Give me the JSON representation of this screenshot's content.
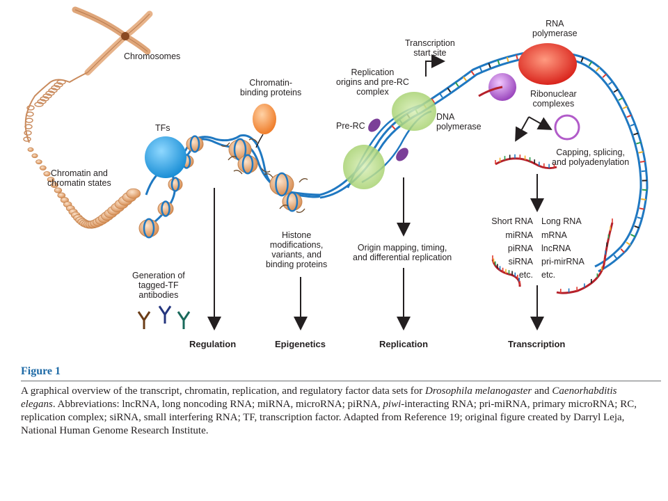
{
  "labels": {
    "chromosomes": "Chromosomes",
    "chromatin_states": [
      "Chromatin and",
      "chromatin states"
    ],
    "tfs": "TFs",
    "chromatin_binding": [
      "Chromatin-",
      "binding proteins"
    ],
    "generation": [
      "Generation of",
      "tagged-TF",
      "antibodies"
    ],
    "histone": [
      "Histone",
      "modifications,",
      "variants, and",
      "binding proteins"
    ],
    "replication_origins": [
      "Replication",
      "origins and pre-RC",
      "complex"
    ],
    "pre_rc": "Pre-RC",
    "dna_polymerase": [
      "DNA",
      "polymerase"
    ],
    "transcription_start": [
      "Transcription",
      "start site"
    ],
    "rna_polymerase": [
      "RNA",
      "polymerase"
    ],
    "ribonuclear": [
      "Ribonuclear",
      "complexes"
    ],
    "capping": [
      "Capping, splicing,",
      "and polyadenylation"
    ],
    "origin_mapping": [
      "Origin mapping, timing,",
      "and differential replication"
    ],
    "short_rna_header": "Short RNA",
    "long_rna_header": "Long RNA",
    "short_rna_items": [
      "miRNA",
      "piRNA",
      "siRNA",
      "etc."
    ],
    "long_rna_items": [
      "mRNA",
      "lncRNA",
      "pri-mirRNA",
      "etc."
    ]
  },
  "categories": {
    "regulation": "Regulation",
    "epigenetics": "Epigenetics",
    "replication": "Replication",
    "transcription": "Transcription"
  },
  "figure": {
    "title": "Figure 1",
    "caption_parts": [
      {
        "t": "A graphical overview of the transcript, chromatin, replication, and regulatory factor data sets for ",
        "i": false
      },
      {
        "t": "Drosophila melanogaster",
        "i": true
      },
      {
        "t": " and ",
        "i": false
      },
      {
        "t": "Caenorhabditis elegans",
        "i": true
      },
      {
        "t": ". Abbreviations: lncRNA, long noncoding RNA; miRNA, microRNA; piRNA, ",
        "i": false
      },
      {
        "t": "piwi",
        "i": true
      },
      {
        "t": "-interacting RNA; pri-miRNA, primary microRNA; RC, replication complex; siRNA, small interfering RNA; TF, transcription factor. Adapted from Reference 19; original figure created by Darryl Leja, National Human Genome Research Institute.",
        "i": false
      }
    ]
  },
  "colors": {
    "chromosome": "#e8b07c",
    "chromatin": "#e0a26c",
    "dna_blue": "#1f78c1",
    "tf_blue": "#2aa6e8",
    "binding_orange": "#f28c3c",
    "prerc_purple": "#7b3f98",
    "green_halo": "#a6d06a",
    "rna_pol_red": "#e03a2f",
    "ribonuclear_purple": "#b15bc9",
    "rna_red": "#b5202a",
    "caption_blue": "#1e6aa6"
  }
}
